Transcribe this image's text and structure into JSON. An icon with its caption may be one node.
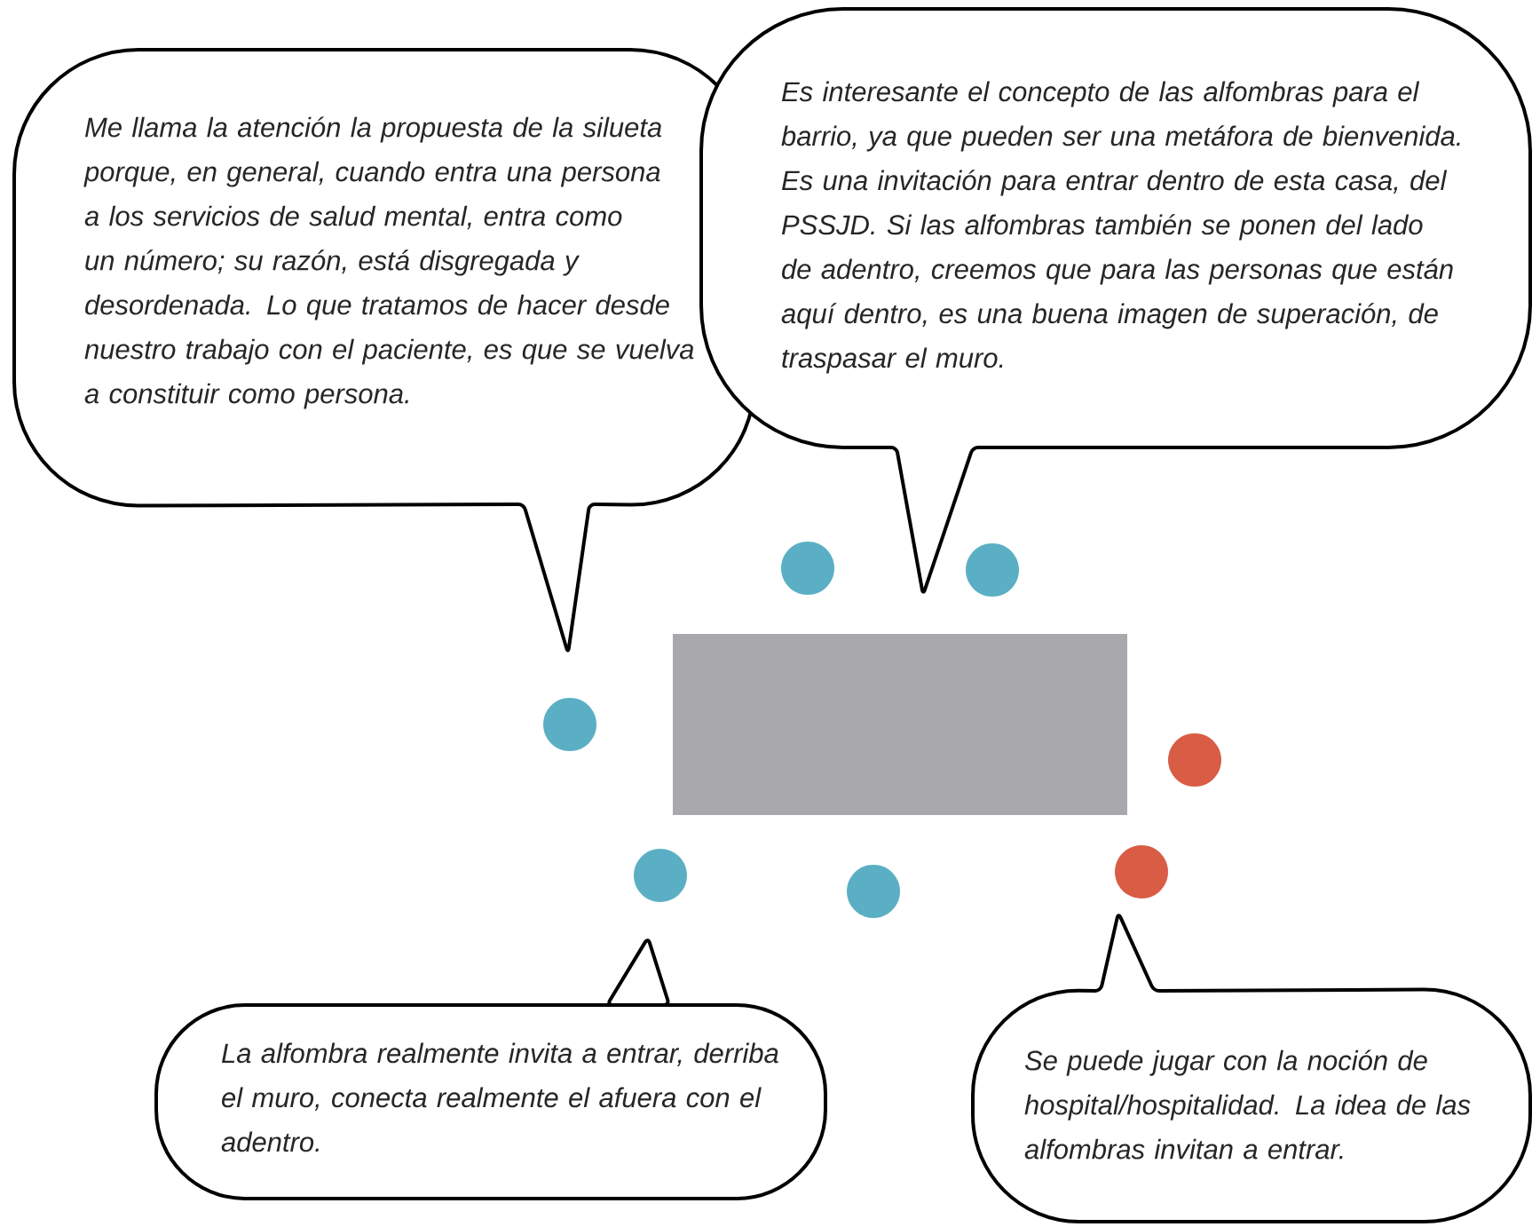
{
  "diagram": {
    "nodes": [
      {
        "text": [
          "Me llama la atención la propuesta de la silueta porque, en general, cuando entra una persona a los servicios de salud mental, entra como un número; su razón, está disgregada y desordenada. Lo que tratamos de hacer desde nuestro trabajo con el paciente, es que se vuelva a constituir como persona."
        ]
      },
      {
        "text": [
          "Es interesante el concepto de las alfombras para el barrio, ya que pueden ser una metáfora de bienvenida. Es una invitación para entrar dentro de esta casa, del PSSJD. Si las alfombras también se ponen del lado de adentro, creemos que para las personas que están aquí dentro, es una buena imagen de superación, de traspasar el muro."
        ]
      },
      {
        "text": [],
        "shape": "circle"
      },
      {
        "text": [],
        "shape": "circle"
      },
      {
        "text": [],
        "shape": "box"
      },
      {
        "text": [],
        "shape": "circle"
      },
      {
        "text": [],
        "shape": "circle"
      },
      {
        "text": [],
        "shape": "circle"
      },
      {
        "text": [],
        "shape": "circle"
      },
      {
        "text": [],
        "shape": "circle"
      },
      {
        "text": [
          "La alfombra realmente invita a entrar, derriba el muro, conecta realmente el afuera con el adentro."
        ]
      },
      {
        "text": [
          "Se puede jugar con la noción de hospital/hospitalidad. La idea de las alfombras invitan a entrar."
        ]
      }
    ]
  }
}
